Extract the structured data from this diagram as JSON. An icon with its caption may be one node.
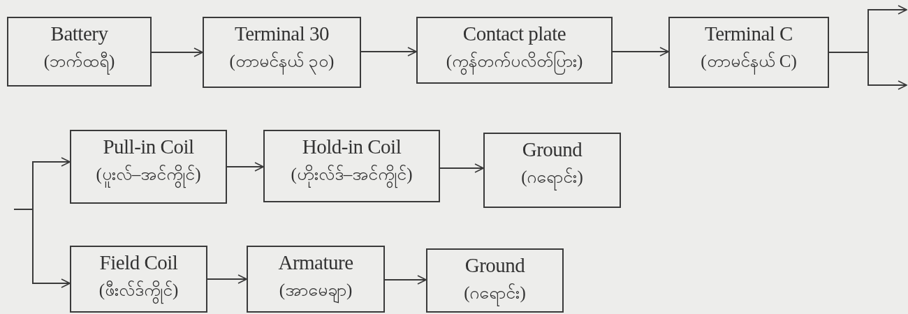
{
  "diagram": {
    "nodes": [
      {
        "text": [
          "Battery",
          "(ဘက်ထရီ)"
        ]
      },
      {
        "text": [
          "Terminal 30",
          "(တာမင်နယ် ၃၀)"
        ]
      },
      {
        "text": [
          "Contact plate",
          "(ကွန်တက်ပလိတ်ပြား)"
        ]
      },
      {
        "text": [
          "Terminal C",
          "(တာမင်နယ် C)"
        ]
      },
      {
        "text": [
          "Pull-in Coil",
          "(ပူးလ်–အင်ကွိုင်)"
        ]
      },
      {
        "text": [
          "Hold-in Coil",
          "(ဟိုးလ်ဒ်–အင်ကွိုင်)"
        ]
      },
      {
        "text": [
          "Ground",
          "(ဂရောင်း)"
        ]
      },
      {
        "text": [
          "Field Coil",
          "(ဖီးလ်ဒ်ကွိုင်)"
        ]
      },
      {
        "text": [
          "Armature",
          "(အာမေချာ)"
        ]
      },
      {
        "text": [
          "Ground",
          "(ဂရောင်း)"
        ]
      }
    ],
    "edges": [
      {
        "from": 0,
        "to": 1,
        "arrow": "to"
      },
      {
        "from": 1,
        "to": 2,
        "arrow": "to"
      },
      {
        "from": 2,
        "to": 3,
        "arrow": "to"
      },
      {
        "from": 3,
        "to": null,
        "arrow": "to"
      },
      {
        "from": 3,
        "to": null,
        "arrow": "to"
      },
      {
        "from": null,
        "to": 4,
        "arrow": "to"
      },
      {
        "from": null,
        "to": 7,
        "arrow": "to"
      },
      {
        "from": 4,
        "to": 5,
        "arrow": "to"
      },
      {
        "from": 5,
        "to": 6,
        "arrow": "to"
      },
      {
        "from": 7,
        "to": 8,
        "arrow": "to"
      },
      {
        "from": 8,
        "to": 9,
        "arrow": "to"
      }
    ]
  }
}
